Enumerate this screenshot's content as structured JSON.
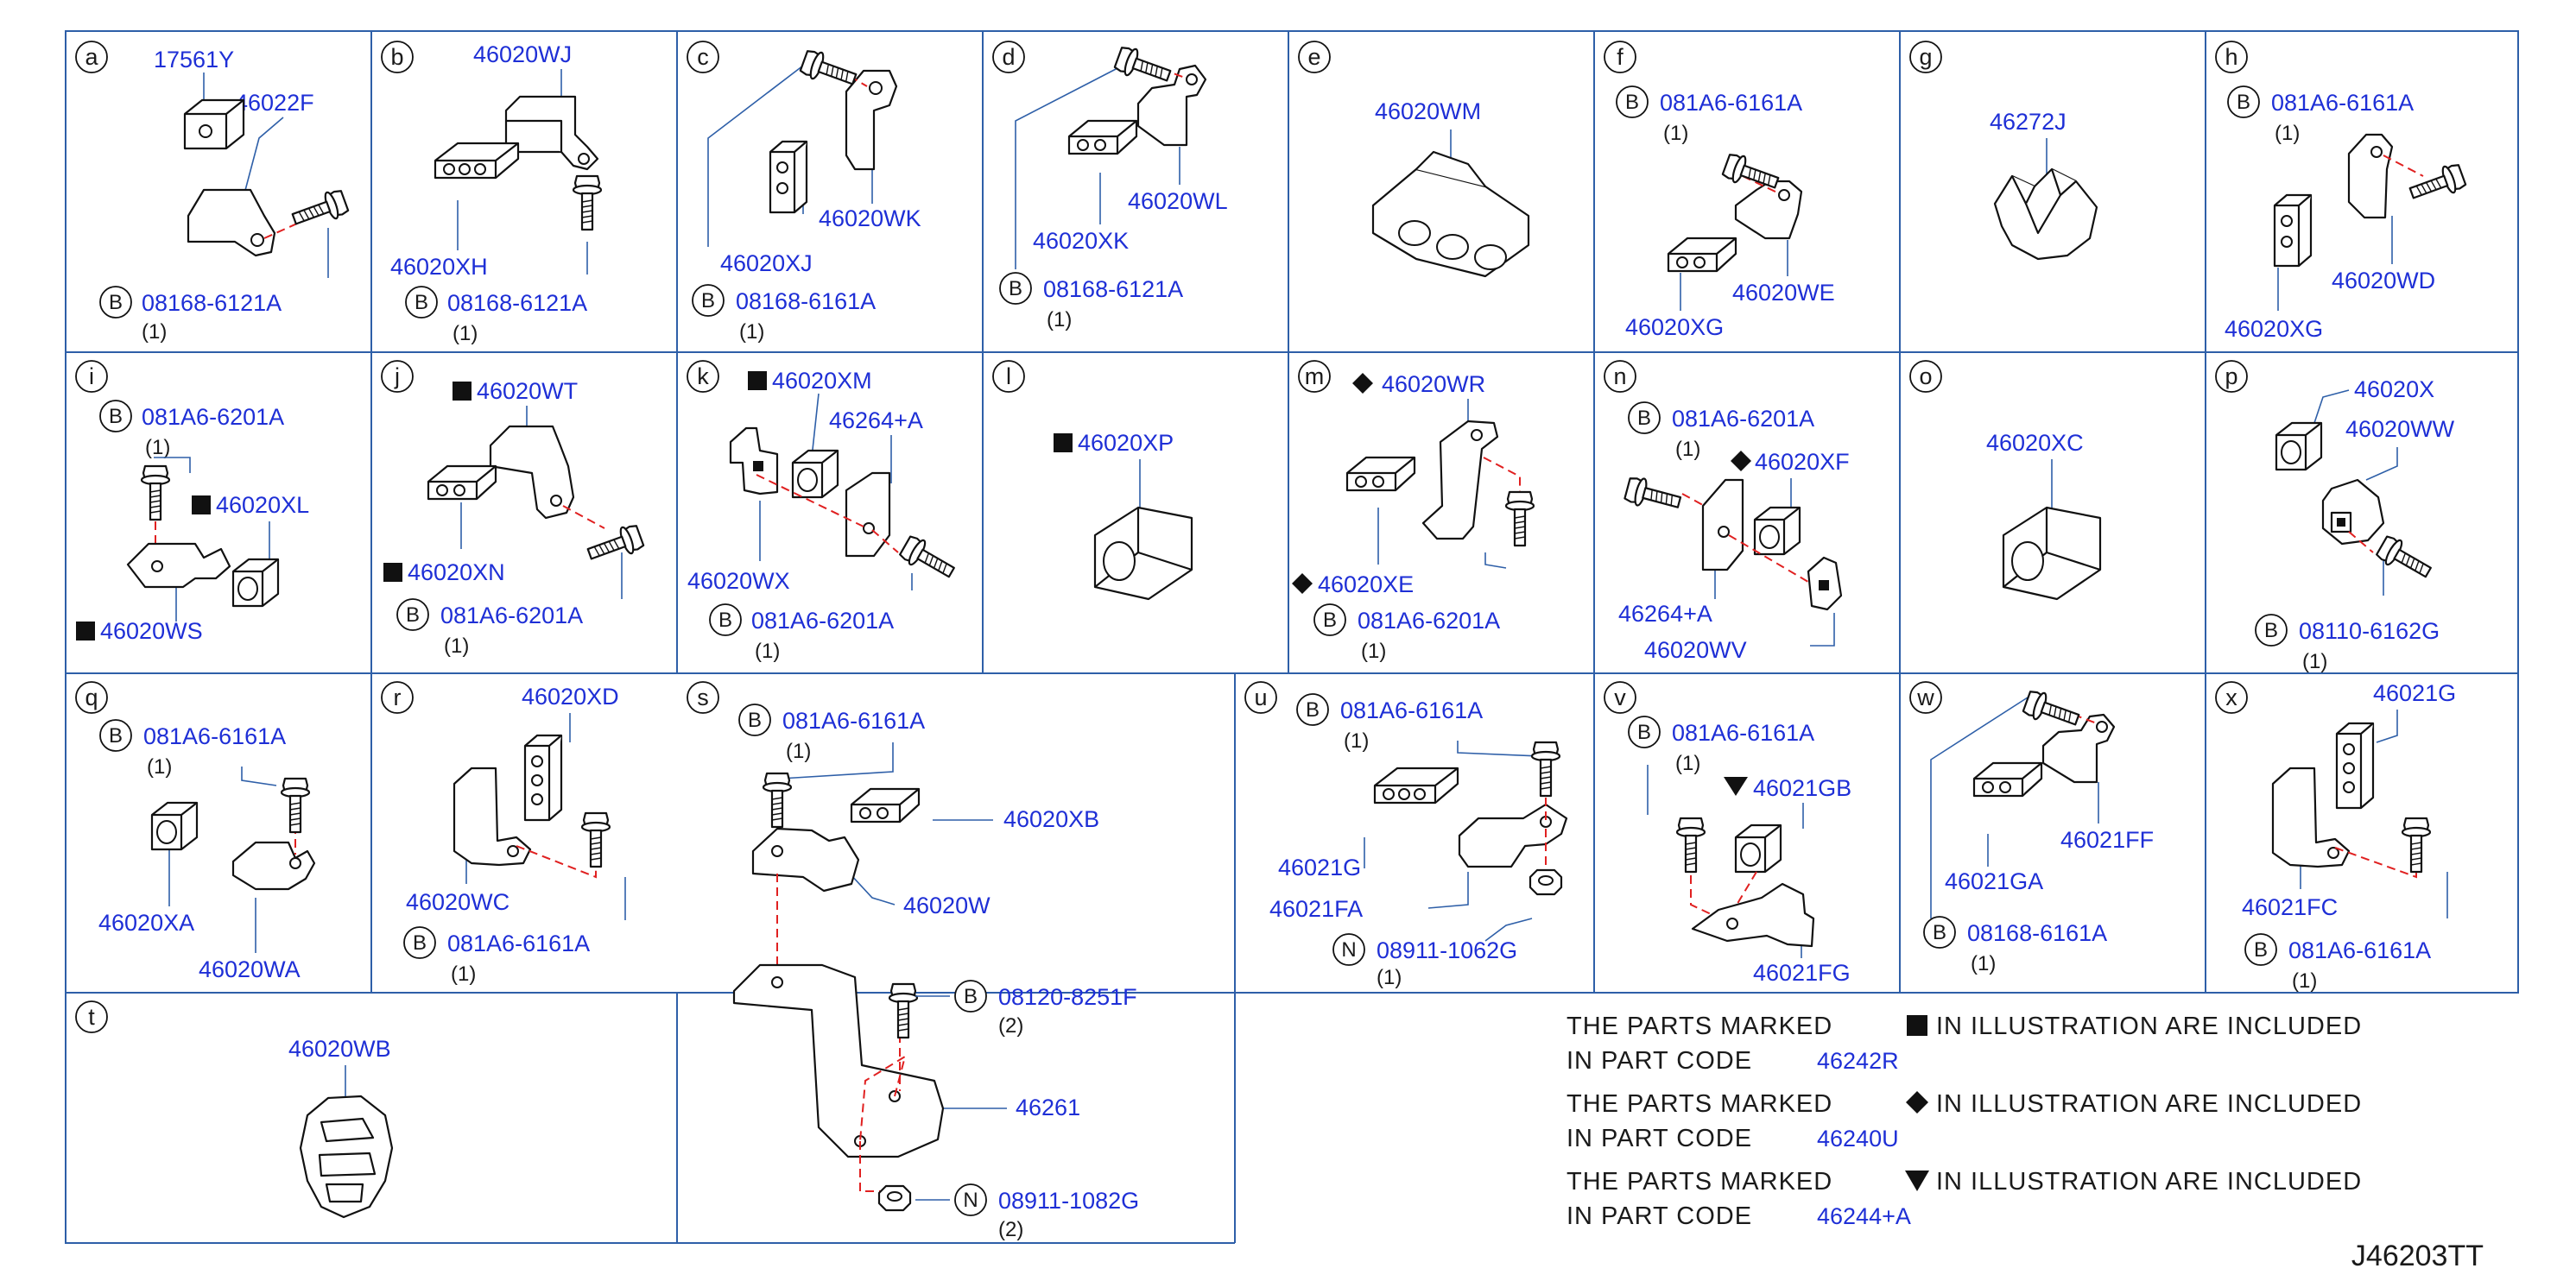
{
  "drawing_code": "J46203TT",
  "cells": [
    {
      "id": "a",
      "labels": [
        "17561Y",
        "46022F"
      ],
      "bolt": {
        "prefix": "B",
        "part": "08168-6121A",
        "qty": "(1)"
      }
    },
    {
      "id": "b",
      "labels": [
        "46020WJ",
        "46020XH"
      ],
      "bolt": {
        "prefix": "B",
        "part": "08168-6121A",
        "qty": "(1)"
      }
    },
    {
      "id": "c",
      "labels": [
        "46020WK",
        "46020XJ"
      ],
      "bolt": {
        "prefix": "B",
        "part": "08168-6161A",
        "qty": "(1)"
      }
    },
    {
      "id": "d",
      "labels": [
        "46020WL",
        "46020XK"
      ],
      "bolt": {
        "prefix": "B",
        "part": "08168-6121A",
        "qty": "(1)"
      }
    },
    {
      "id": "e",
      "labels": [
        "46020WM"
      ]
    },
    {
      "id": "f",
      "labels": [
        "46020WE",
        "46020XG"
      ],
      "bolt": {
        "prefix": "B",
        "part": "081A6-6161A",
        "qty": "(1)"
      }
    },
    {
      "id": "g",
      "labels": [
        "46272J"
      ]
    },
    {
      "id": "h",
      "labels": [
        "46020WD",
        "46020XG"
      ],
      "bolt": {
        "prefix": "B",
        "part": "081A6-6161A",
        "qty": "(1)"
      }
    },
    {
      "id": "i",
      "labels": [
        "46020XL",
        "46020WS"
      ],
      "bolt": {
        "prefix": "B",
        "part": "081A6-6201A",
        "qty": "(1)"
      }
    },
    {
      "id": "j",
      "labels": [
        "46020WT",
        "46020XN"
      ],
      "bolt": {
        "prefix": "B",
        "part": "081A6-6201A",
        "qty": "(1)"
      }
    },
    {
      "id": "k",
      "labels": [
        "46020XM",
        "46264+A",
        "46020WX"
      ],
      "bolt": {
        "prefix": "B",
        "part": "081A6-6201A",
        "qty": "(1)"
      }
    },
    {
      "id": "l",
      "labels": [
        "46020XP"
      ]
    },
    {
      "id": "m",
      "labels": [
        "46020WR",
        "46020XE"
      ],
      "bolt": {
        "prefix": "B",
        "part": "081A6-6201A",
        "qty": "(1)"
      }
    },
    {
      "id": "n",
      "labels": [
        "46020XF",
        "46264+A",
        "46020WV"
      ],
      "bolt": {
        "prefix": "B",
        "part": "081A6-6201A",
        "qty": "(1)"
      }
    },
    {
      "id": "o",
      "labels": [
        "46020XC"
      ]
    },
    {
      "id": "p",
      "labels": [
        "46020X",
        "46020WW"
      ],
      "bolt": {
        "prefix": "B",
        "part": "08110-6162G",
        "qty": "(1)"
      }
    },
    {
      "id": "q",
      "labels": [
        "46020XA",
        "46020WA"
      ],
      "bolt": {
        "prefix": "B",
        "part": "081A6-6161A",
        "qty": "(1)"
      }
    },
    {
      "id": "r",
      "labels": [
        "46020XD",
        "46020WC"
      ],
      "bolt": {
        "prefix": "B",
        "part": "081A6-6161A",
        "qty": "(1)"
      }
    },
    {
      "id": "s",
      "labels": [
        "46020XB",
        "46020W",
        "46261"
      ],
      "bolt": {
        "prefix": "B",
        "part": "081A6-6161A",
        "qty": "(1)"
      },
      "bolt2": {
        "prefix": "B",
        "part": "08120-8251F",
        "qty": "(2)"
      },
      "nut": {
        "prefix": "N",
        "part": "08911-1082G",
        "qty": "(2)"
      }
    },
    {
      "id": "t",
      "labels": [
        "46020WB"
      ]
    },
    {
      "id": "u",
      "labels": [
        "46021G",
        "46021FA"
      ],
      "bolt": {
        "prefix": "B",
        "part": "081A6-6161A",
        "qty": "(1)"
      },
      "nut": {
        "prefix": "N",
        "part": "08911-1062G",
        "qty": "(1)"
      }
    },
    {
      "id": "v",
      "labels": [
        "46021GB",
        "46021FG"
      ],
      "bolt": {
        "prefix": "B",
        "part": "081A6-6161A",
        "qty": "(1)"
      }
    },
    {
      "id": "w",
      "labels": [
        "46021GA",
        "46021FF"
      ],
      "bolt": {
        "prefix": "B",
        "part": "08168-6161A",
        "qty": "(1)"
      }
    },
    {
      "id": "x",
      "labels": [
        "46021G",
        "46021FC"
      ],
      "bolt": {
        "prefix": "B",
        "part": "081A6-6161A",
        "qty": "(1)"
      }
    }
  ],
  "notes": [
    {
      "symbol": "square",
      "line1": "THE   PARTS   MARKED",
      "line1b": "IN   ILLUSTRATION   ARE   INCLUDED",
      "line2": "IN   PART   CODE",
      "code": "46242R"
    },
    {
      "symbol": "diamond",
      "line1": "THE   PARTS   MARKED",
      "line1b": "IN   ILLUSTRATION   ARE   INCLUDED",
      "line2": "IN   PART   CODE",
      "code": "46240U"
    },
    {
      "symbol": "triangle",
      "line1": "THE   PARTS   MARKED",
      "line1b": "IN   ILLUSTRATION   ARE   INCLUDED",
      "line2": "IN   PART   CODE",
      "code": "46244+A"
    }
  ]
}
